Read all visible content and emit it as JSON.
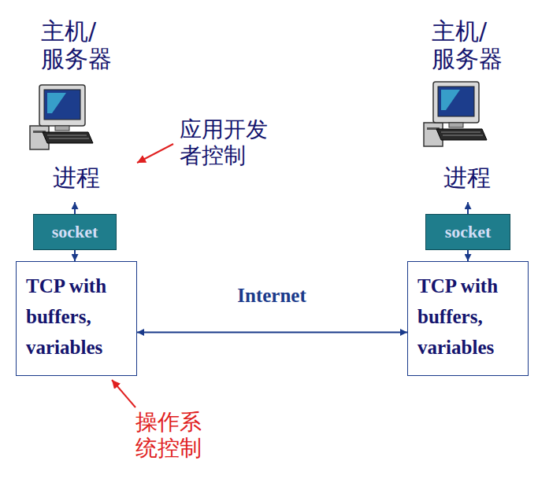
{
  "diagram": {
    "nodes": [
      {
        "text": [
          "进程"
        ]
      },
      {
        "text": [
          "socket"
        ]
      },
      {
        "text": [
          "TCP with buffers, variables"
        ]
      },
      {
        "text": [
          "Internet"
        ]
      },
      {
        "text": [
          "进程"
        ]
      },
      {
        "text": [
          "socket"
        ]
      },
      {
        "text": [
          "TCP with buffers, variables"
        ]
      }
    ],
    "edges": [
      {
        "from": 1,
        "to": 0,
        "arrow": "to"
      },
      {
        "from": 1,
        "to": 2,
        "arrow": "to"
      },
      {
        "from": 2,
        "to": 6,
        "arrow": "both"
      },
      {
        "from": 5,
        "to": 4,
        "arrow": "to"
      },
      {
        "from": 5,
        "to": 6,
        "arrow": "to"
      }
    ],
    "labels": [
      "主机/ 服务器",
      "应用开发者控制",
      "主机/ 服务器",
      "操作系统控制"
    ]
  }
}
